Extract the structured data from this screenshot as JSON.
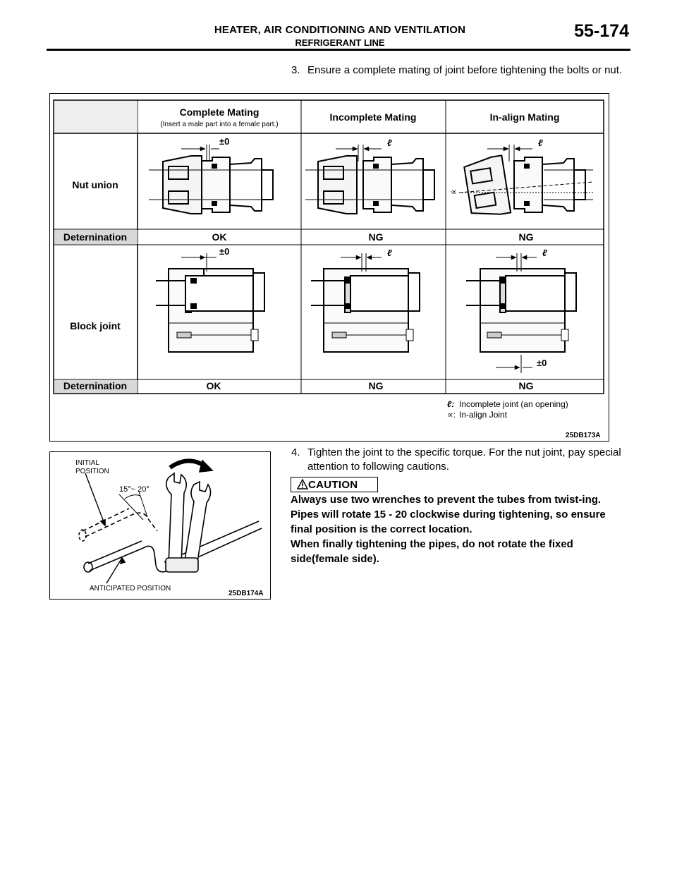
{
  "header": {
    "title": "HEATER, AIR CONDITIONING AND VENTILATION",
    "section": "REFRIGERANT LINE",
    "page_number": "55-174"
  },
  "steps": [
    {
      "number": "3.",
      "text": "Ensure a complete mating of joint before tightening the bolts or nut."
    },
    {
      "number": "4.",
      "text": "Tighten the joint to the specific torque. For the nut joint, pay special attention to following cautions."
    }
  ],
  "figure1": {
    "code": "25DB173A",
    "columns": [
      "Complete Mating",
      "Incomplete Mating",
      "In-align Mating"
    ],
    "column1_note": "(Insert a male part into a female part.)",
    "rows": {
      "nut_union": "Nut union",
      "block_joint": "Block joint",
      "determination": "Deternination"
    },
    "nut_results": [
      "OK",
      "NG",
      "NG"
    ],
    "block_results": [
      "OK",
      "NG",
      "NG"
    ],
    "dim_zero": "±0",
    "dim_l": "ℓ",
    "dim_alpha": "∝",
    "legend": [
      {
        "symbol": "ℓ:",
        "text": "Incomplete joint (an opening)"
      },
      {
        "symbol": "∝:",
        "text": "In-align Joint"
      }
    ]
  },
  "figure2": {
    "code": "25DB174A",
    "initial_position": [
      "INITIAL",
      "POSITION"
    ],
    "angle": "15°~ 20°",
    "anticipated_position": "ANTICIPATED POSITION"
  },
  "caution": {
    "label": "CAUTION",
    "lines": [
      "Always use two wrenches to prevent the tubes from twist-ing.",
      "Pipes will rotate 15 - 20 clockwise during tightening, so ensure final position is the correct location.",
      "When finally tightening the pipes, do not rotate the fixed side(female side)."
    ]
  }
}
